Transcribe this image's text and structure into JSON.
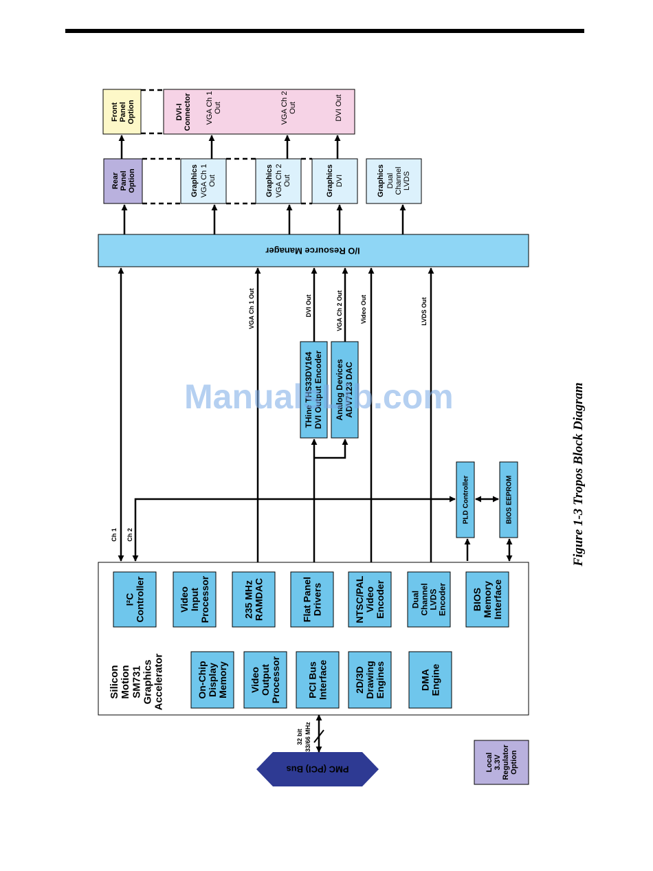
{
  "caption": "Figure 1-3  Tropos Block Diagram",
  "watermark": "ManualsLib.com",
  "colors": {
    "chip_blue": "#6fc6ec",
    "panel_blue": "#8fd6f5",
    "light_blue": "#dcf1fc",
    "pink": "#f6d3e6",
    "yellow": "#fdf8c8",
    "lavender": "#b9b1de",
    "bus_navy": "#2e3a93"
  },
  "accelerator": {
    "title": [
      "Silicon",
      "Motion",
      "SM731",
      "Graphics",
      "Accelerator"
    ],
    "blocks_row1": [
      {
        "lines": [
          "I²C",
          "Controller"
        ]
      },
      {
        "lines": [
          "Video",
          "Input",
          "Processor"
        ]
      },
      {
        "lines": [
          "235 MHz",
          "RAMDAC"
        ]
      },
      {
        "lines": [
          "Flat Panel",
          "Drivers"
        ]
      },
      {
        "lines": [
          "NTSC/PAL",
          "Video",
          "Encoder"
        ]
      },
      {
        "lines": [
          "Dual",
          "Channel",
          "LVDS",
          "Encoder"
        ]
      },
      {
        "lines": [
          "BIOS",
          "Memory",
          "Interface"
        ]
      }
    ],
    "blocks_row2": [
      {
        "lines": [
          "On-Chip",
          "Display",
          "Memory"
        ]
      },
      {
        "lines": [
          "Video",
          "Output",
          "Processor"
        ]
      },
      {
        "lines": [
          "PCI Bus",
          "Interface"
        ]
      },
      {
        "lines": [
          "2D/3D",
          "Drawing",
          "Engines"
        ]
      },
      {
        "lines": [
          "DMA",
          "Engine"
        ]
      }
    ]
  },
  "bus": {
    "label": "PMC (PCI) Bus",
    "width_label": "32 bit",
    "speed_label": "33/66 MHz"
  },
  "regulator": [
    "Local",
    "3.3V",
    "Regulator",
    "Option"
  ],
  "pld_controller": "PLD Controller",
  "bios_eeprom": "BIOS EEPROM",
  "dvi_encoder": [
    "THine THS33DV164",
    "DVI Output Encoder"
  ],
  "vga_dac": [
    "Analog Devices",
    "ADV7123 DAC"
  ],
  "io_manager": "I/O Resource Manager",
  "signals": {
    "ch1": "Ch 1",
    "ch2": "Ch 2",
    "vga1": "VGA Ch 1 Out",
    "dvi_out": "DVI Out",
    "vga2": "VGA Ch 2 Out",
    "video_out": "Video Out",
    "lvds_out": "LVDS Out"
  },
  "rear_panel": [
    "Rear",
    "Panel",
    "Option"
  ],
  "front_panel": [
    "Front",
    "Panel",
    "Option"
  ],
  "graphics_boxes": [
    {
      "title": "Graphics",
      "lines": [
        "VGA Ch 1",
        "Out"
      ]
    },
    {
      "title": "Graphics",
      "lines": [
        "VGA Ch 2",
        "Out"
      ]
    },
    {
      "title": "Graphics",
      "lines": [
        "DVI"
      ]
    },
    {
      "title": "Graphics",
      "lines": [
        "Dual",
        "Channel",
        "LVDS"
      ]
    }
  ],
  "dvi_connector": {
    "title": [
      "DVI-I",
      "Connector"
    ],
    "outs": [
      [
        "VGA Ch 1",
        "Out"
      ],
      [
        "VGA Ch 2",
        "Out"
      ],
      [
        "DVI Out"
      ]
    ]
  }
}
